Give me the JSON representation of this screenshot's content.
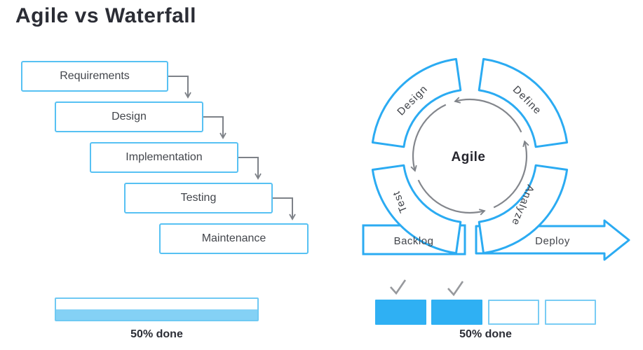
{
  "title": "Agile vs Waterfall",
  "waterfall": {
    "steps": [
      "Requirements",
      "Design",
      "Implementation",
      "Testing",
      "Maintenance"
    ],
    "progress_label": "50% done",
    "progress_percent": 50
  },
  "agile": {
    "center": "Agile",
    "segments": [
      "Design",
      "Define",
      "Test",
      "Analyze"
    ],
    "backlog": "Backlog",
    "deploy": "Deploy",
    "progress_label": "50% done",
    "done_count": 2,
    "total_count": 4
  },
  "icons": {
    "checkmark": "✓"
  },
  "colors": {
    "accent_blue": "#2babf2",
    "fill_blue": "#2fb0f3",
    "light_fill_blue": "#84d1f5",
    "arrow_gray": "#7e8288",
    "text_dark": "#2b2d35"
  }
}
